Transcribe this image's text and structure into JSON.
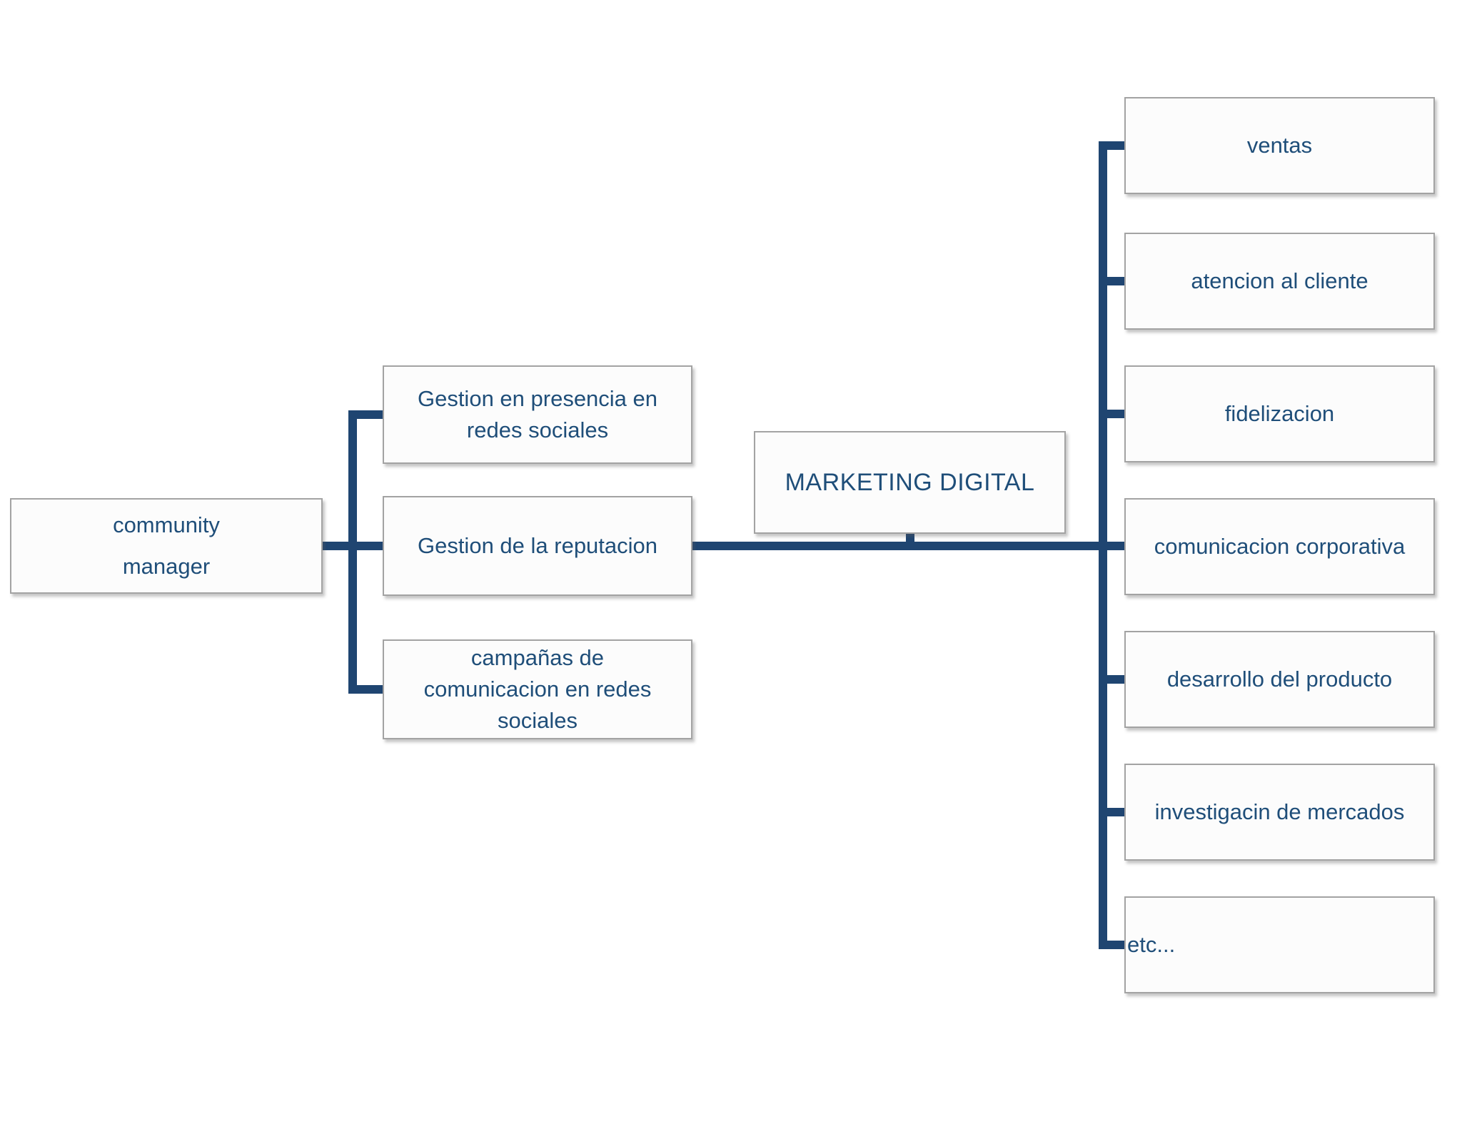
{
  "diagram": {
    "nodes": {
      "community_manager": "community\nmanager",
      "marketing_digital": "MARKETING DIGITAL",
      "community_children": [
        "Gestion en presencia en\nredes sociales",
        "Gestion de la reputacion",
        "campañas de\ncomunicacion en redes\nsociales"
      ],
      "marketing_children": [
        "ventas",
        "atencion al cliente",
        "fidelizacion",
        "comunicacion corporativa",
        "desarrollo del producto",
        "investigacin de mercados",
        "etc..."
      ]
    },
    "colors": {
      "connector": "#1F4571",
      "node_text": "#1F4E79",
      "node_fill": "#FCFCFC",
      "node_border": "#A3A3A3"
    }
  }
}
